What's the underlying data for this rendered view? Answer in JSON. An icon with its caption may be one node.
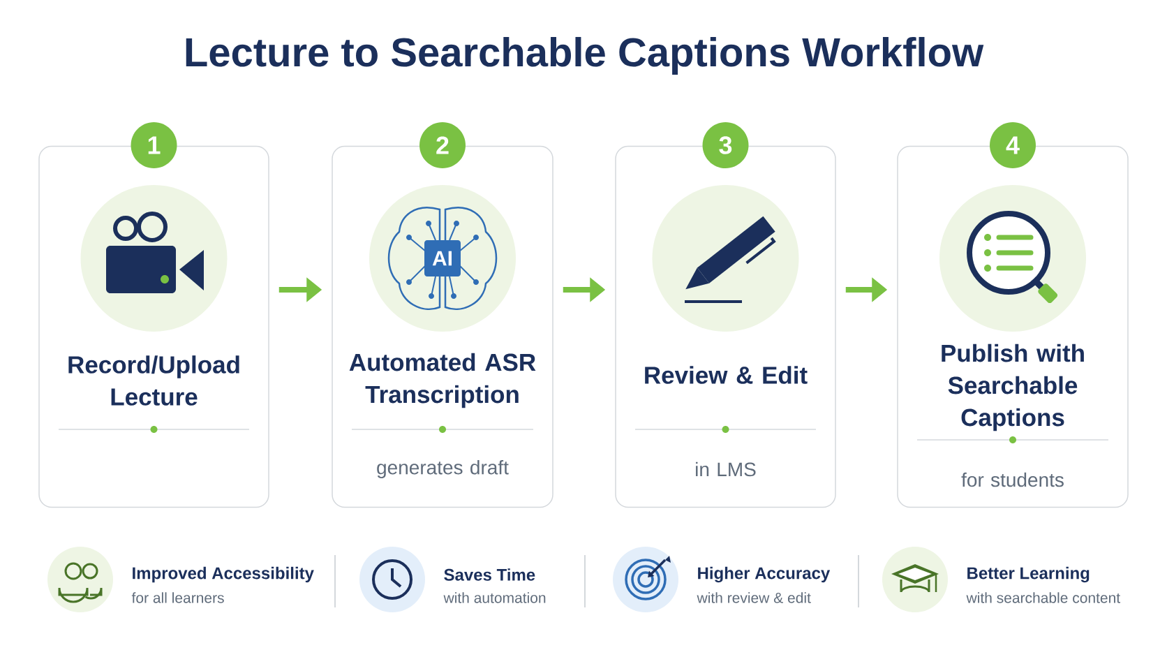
{
  "diagram": {
    "title": "Lecture to Searchable Captions Workflow",
    "nodes": [
      {
        "text": [
          "1",
          "Record/Upload Lecture"
        ]
      },
      {
        "text": [
          "2",
          "Automated ASR Transcription",
          "generates draft"
        ]
      },
      {
        "text": [
          "3",
          "Review & Edit",
          "in LMS"
        ]
      },
      {
        "text": [
          "4",
          "Publish with Searchable Captions",
          "for students"
        ]
      }
    ],
    "edges": [
      {
        "from": 0,
        "to": 1,
        "arrow": "to"
      },
      {
        "from": 1,
        "to": 2,
        "arrow": "to"
      },
      {
        "from": 2,
        "to": 3,
        "arrow": "to"
      }
    ],
    "labels": [
      "AI",
      "Improved Accessibility",
      "for all learners",
      "Saves Time",
      "with automation",
      "Higher Accuracy",
      "with review & edit",
      "Better Learning",
      "with searchable content"
    ]
  }
}
